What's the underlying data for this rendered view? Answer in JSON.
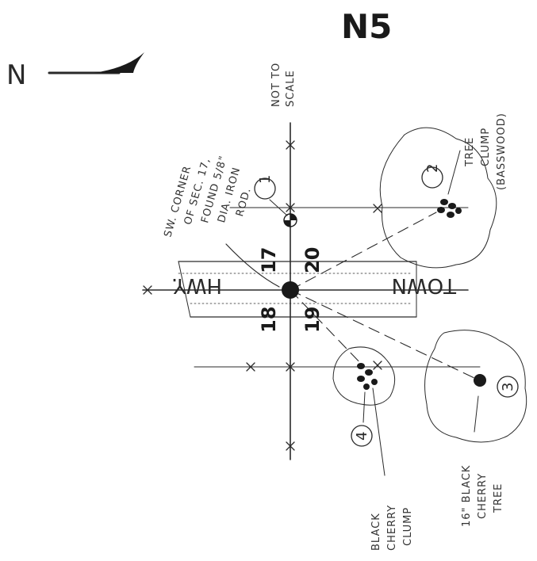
{
  "title": "N5",
  "north_label": "N",
  "scale_note": [
    "NOT TO",
    "SCALE"
  ],
  "corner_note": [
    "SW. CORNER",
    "OF SEC. 17,",
    "FOUND 5/8\"",
    "DIA. IRON",
    "ROD."
  ],
  "road_left": "HWY.",
  "road_right": "TOWN",
  "section_numbers": {
    "nw": "18",
    "ne": "17",
    "sw": "19",
    "se": "20"
  },
  "markers": {
    "m1": "1",
    "m2": "2",
    "m3": "3",
    "m4": "4"
  },
  "tree2_label": [
    "TREE",
    "CLUMP",
    "(BASSWOOD)"
  ],
  "tree3_label": [
    "16\" BLACK",
    "CHERRY",
    "TREE"
  ],
  "tree4_label": [
    "BLACK",
    "CHERRY",
    "CLUMP"
  ]
}
